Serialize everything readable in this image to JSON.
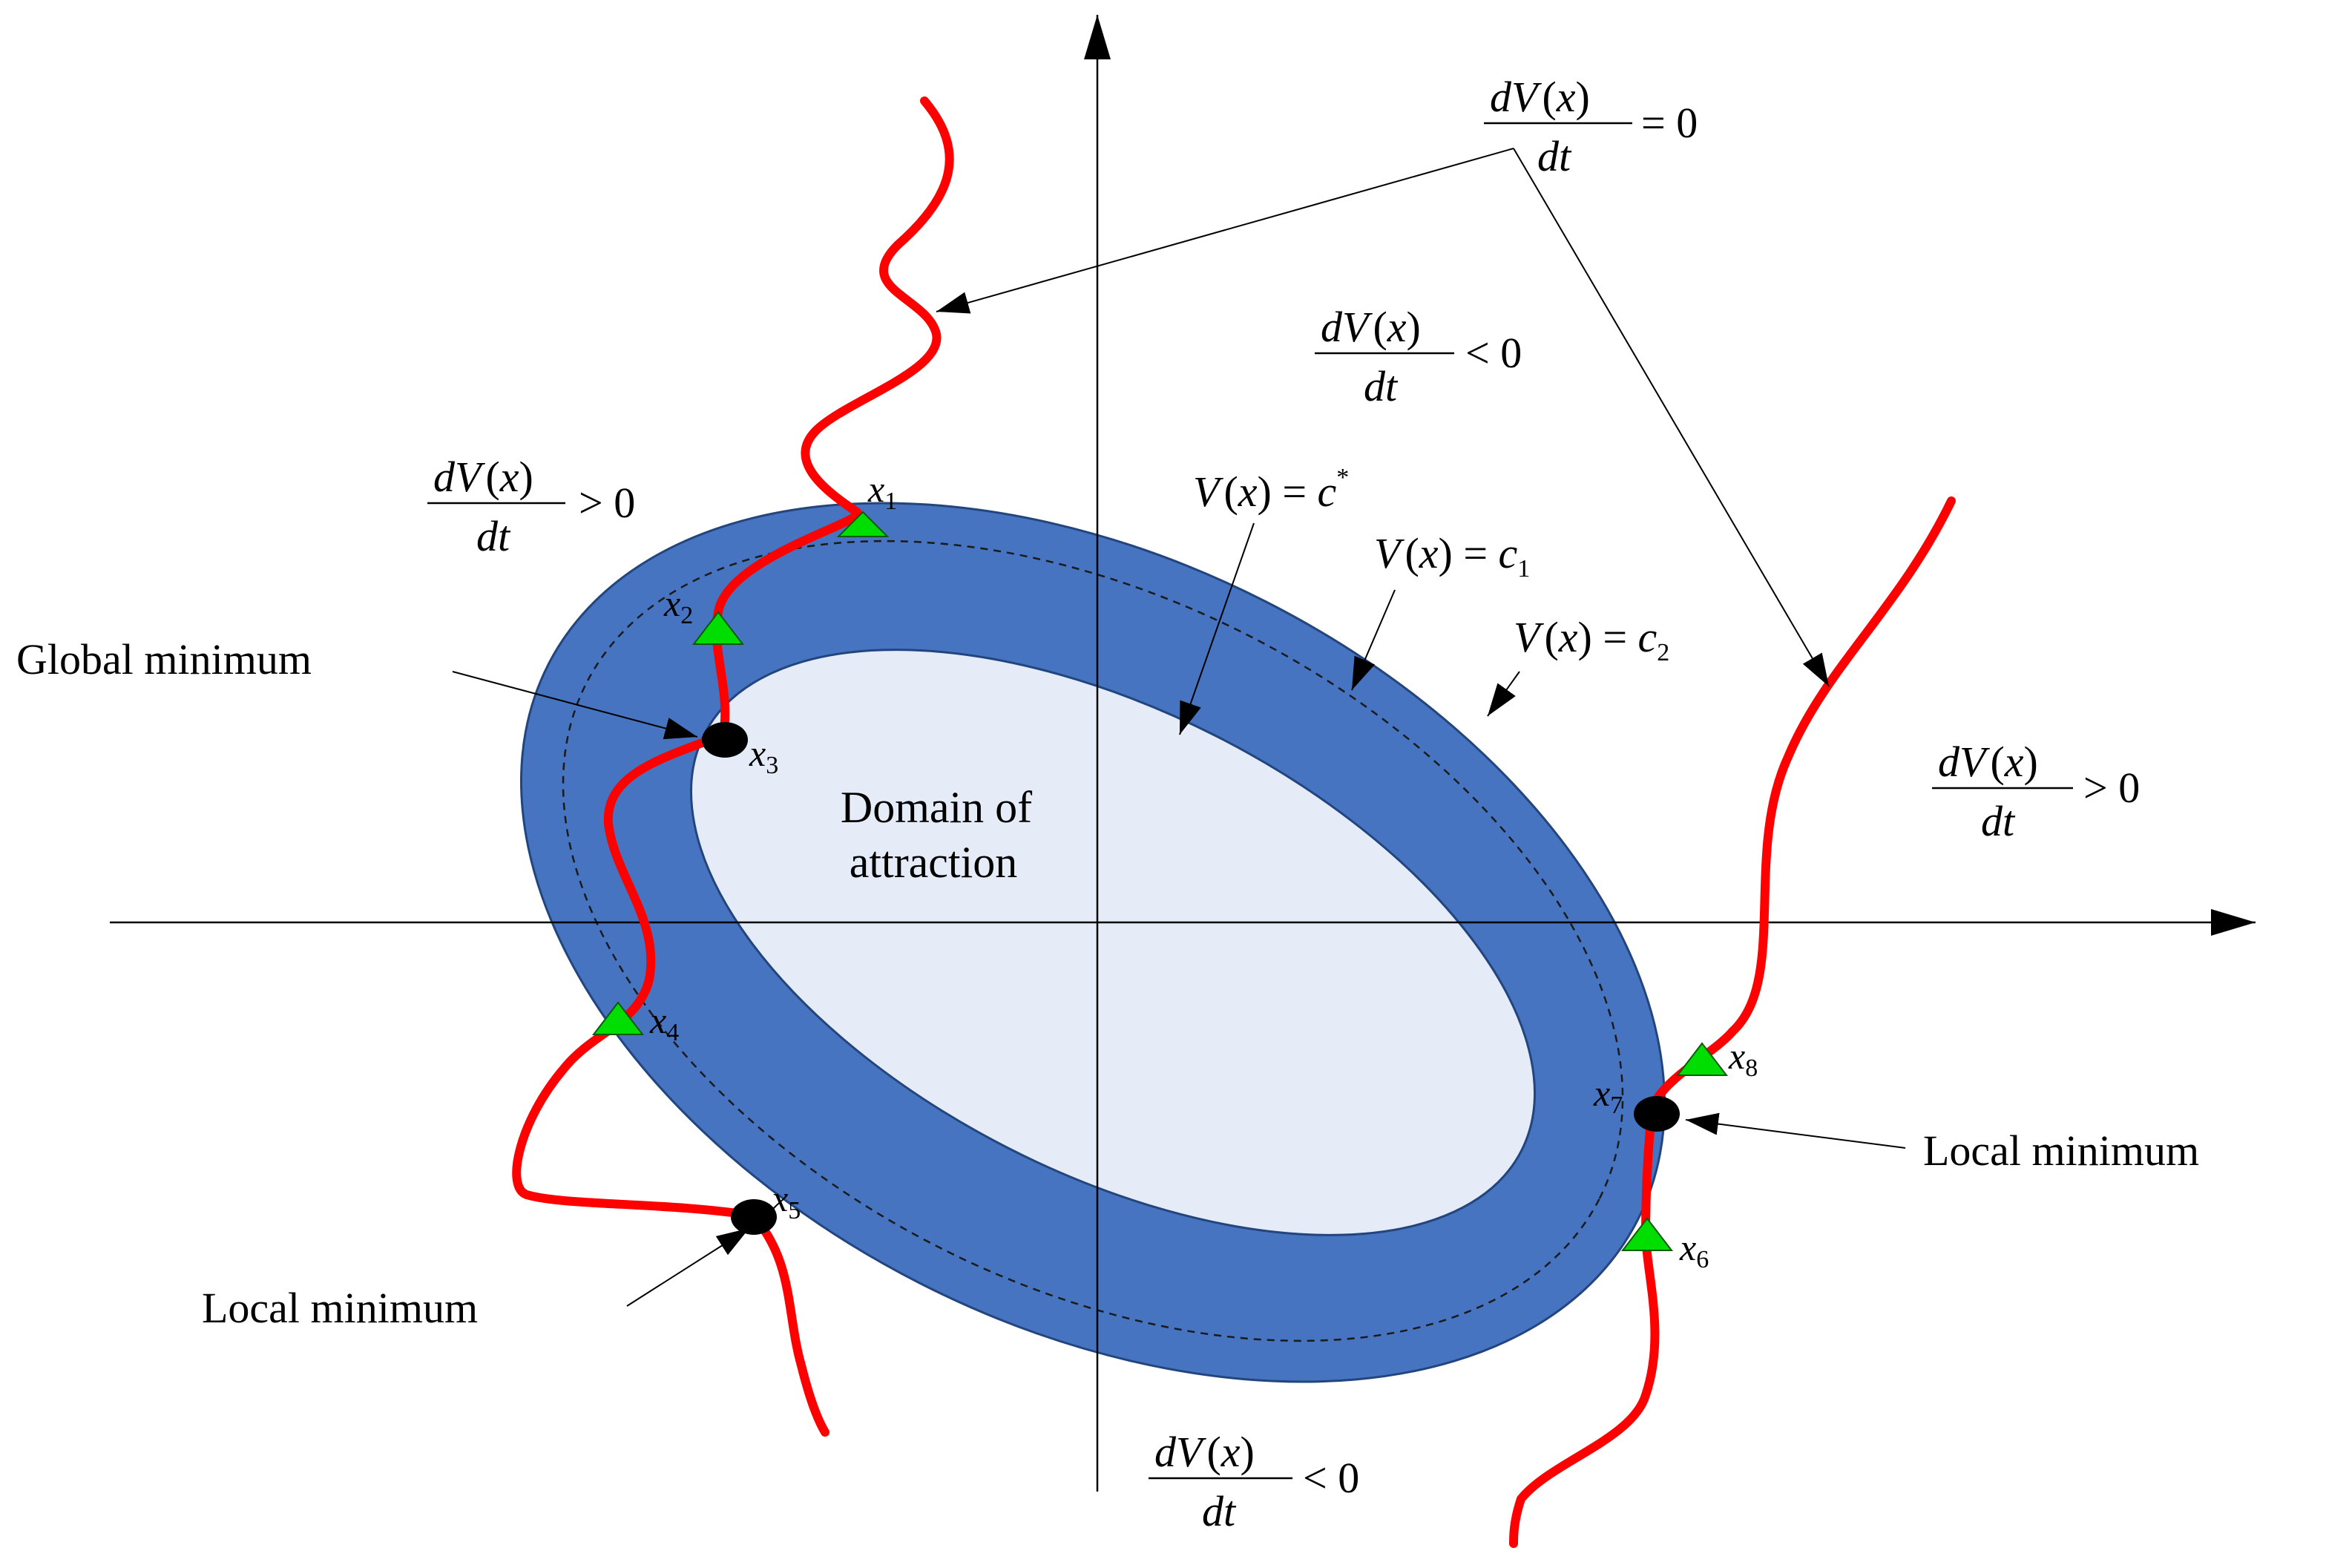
{
  "annotations": {
    "dv_zero": {
      "num": "dV(x)",
      "den": "dt",
      "rel": "= 0"
    },
    "dv_neg_top": {
      "num": "dV(x)",
      "den": "dt",
      "rel": "< 0"
    },
    "dv_pos_left": {
      "num": "dV(x)",
      "den": "dt",
      "rel": "> 0"
    },
    "dv_pos_right": {
      "num": "dV(x)",
      "den": "dt",
      "rel": "> 0"
    },
    "dv_neg_bottom": {
      "num": "dV(x)",
      "den": "dt",
      "rel": "< 0"
    }
  },
  "level_sets": {
    "c_star": "V(x) = c*",
    "c1": "V(x) = c1",
    "c2": "V(x) = c2"
  },
  "labels": {
    "global_minimum": "Global minimum",
    "local_minimum_right": "Local minimum",
    "local_minimum_left": "Local minimum",
    "domain_line1": "Domain of",
    "domain_line2": "attraction"
  },
  "points": [
    "x1",
    "x2",
    "x3",
    "x4",
    "x5",
    "x6",
    "x7",
    "x8"
  ],
  "colors": {
    "outer_band": "#4674C0",
    "inner_region": "#E6ECF7",
    "trajectory": "#FF0000",
    "saddle_marker": "#00E000",
    "minimum_marker": "#000000"
  }
}
